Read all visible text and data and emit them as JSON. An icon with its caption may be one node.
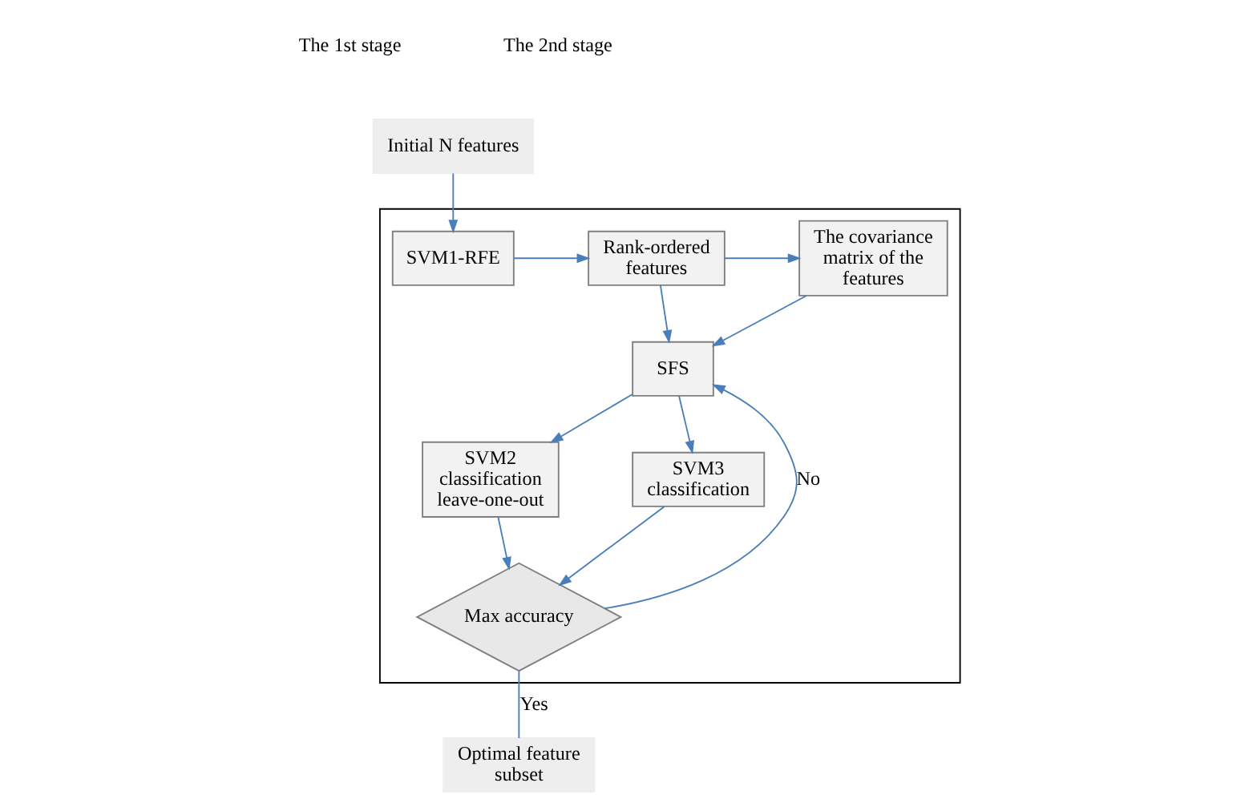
{
  "diagram": {
    "nodes": [
      {
        "text": [],
        "shape": "box"
      },
      {
        "text": [
          "Initial N features"
        ]
      },
      {
        "text": [
          "SVM1-RFE"
        ],
        "in": 0
      },
      {
        "text": [
          "Rank-ordered features"
        ],
        "in": 0
      },
      {
        "text": [
          "The covariance matrix of the features"
        ],
        "in": 0
      },
      {
        "text": [
          "SFS"
        ],
        "in": 0
      },
      {
        "text": [
          "SVM2 classification leave-one-out"
        ],
        "in": 0
      },
      {
        "text": [
          "SVM3 classification"
        ],
        "in": 0
      },
      {
        "text": [
          "Max accuracy"
        ],
        "in": 0
      },
      {
        "text": [
          "Optimal feature subset"
        ]
      }
    ],
    "edges": [
      {
        "from": 1,
        "to": 2,
        "arrow": "to"
      },
      {
        "from": 2,
        "to": 3,
        "arrow": "to"
      },
      {
        "from": 3,
        "to": 4,
        "arrow": "to"
      },
      {
        "from": 3,
        "to": 5,
        "arrow": "to"
      },
      {
        "from": 4,
        "to": 5,
        "arrow": "to"
      },
      {
        "from": 5,
        "to": 6,
        "arrow": "to"
      },
      {
        "from": 5,
        "to": 7,
        "arrow": "to"
      },
      {
        "from": 6,
        "to": 8,
        "arrow": "to"
      },
      {
        "from": 7,
        "to": 8,
        "arrow": "to"
      },
      {
        "from": 8,
        "to": 5,
        "label": "No",
        "arrow": "to"
      },
      {
        "from": 8,
        "to": 9,
        "label": "Yes",
        "arrow": "none"
      }
    ],
    "labels": [
      "The 1st stage",
      "The 2nd stage"
    ]
  }
}
